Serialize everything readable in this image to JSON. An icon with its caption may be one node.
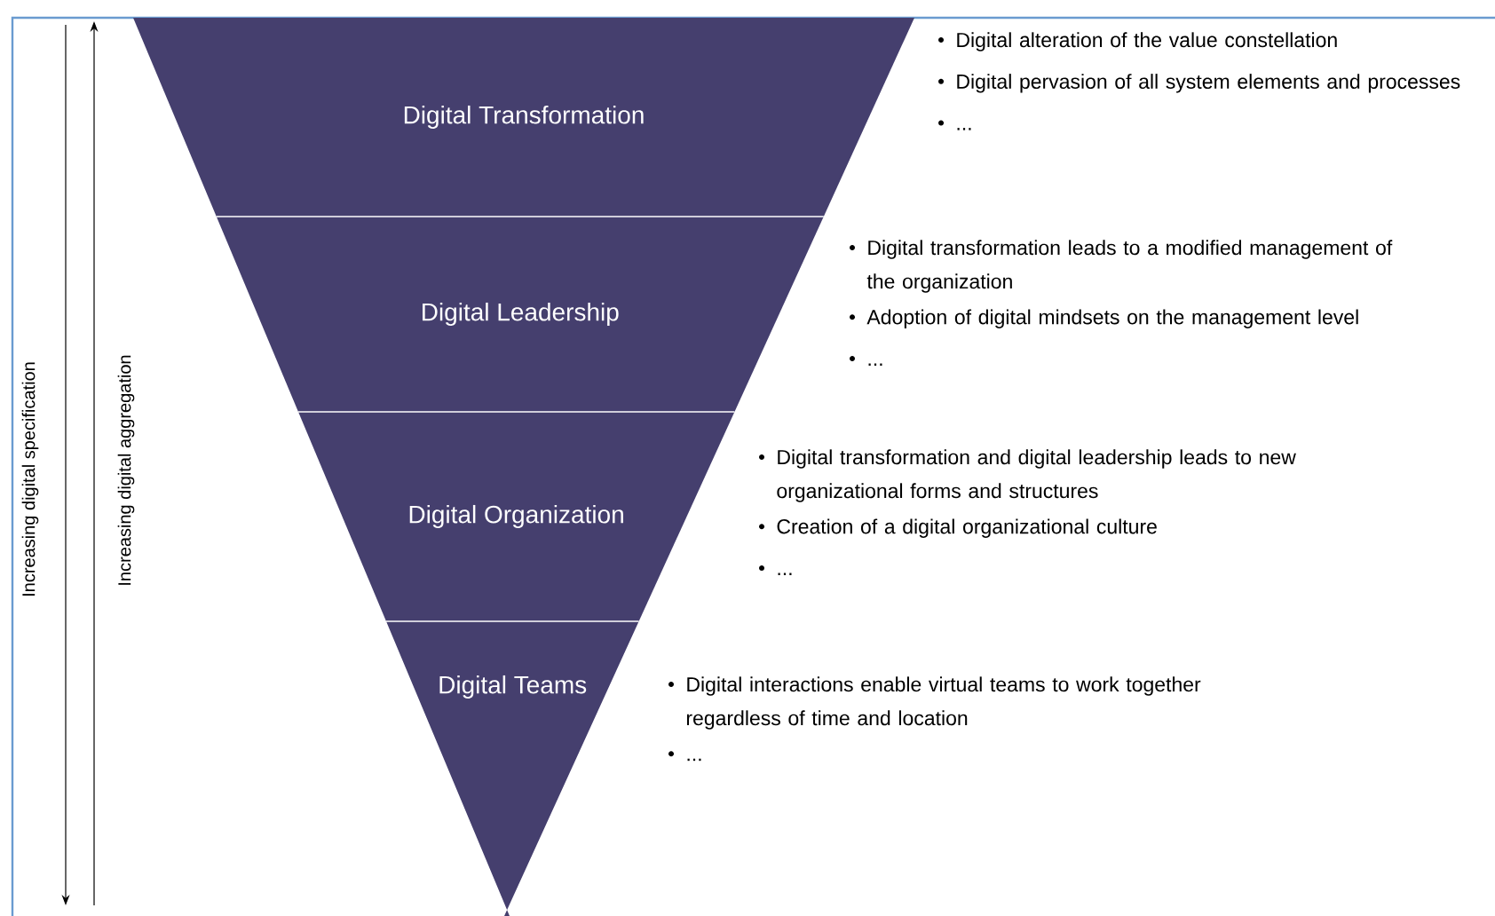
{
  "diagram": {
    "nodes": [
      {
        "text": [
          "Digital Transformation"
        ],
        "beside": [
          "Digital alteration of the value constellation",
          "Digital pervasion of all system elements and processes",
          "..."
        ]
      },
      {
        "text": [
          "Digital Leadership"
        ],
        "beside": [
          "Digital transformation leads to a modified management of the organization",
          "Adoption of digital mindsets on the management level",
          "..."
        ]
      },
      {
        "text": [
          "Digital Organization"
        ],
        "beside": [
          "Digital transformation and digital leadership leads to new organizational forms and structures",
          "Creation of a digital organizational culture",
          "..."
        ]
      },
      {
        "text": [
          "Digital Teams"
        ],
        "beside": [
          "Digital interactions enable virtual teams to work together regardless of time and location",
          "..."
        ]
      }
    ],
    "labels": [
      "Increasing digital specification",
      "Increasing digital aggregation"
    ]
  }
}
